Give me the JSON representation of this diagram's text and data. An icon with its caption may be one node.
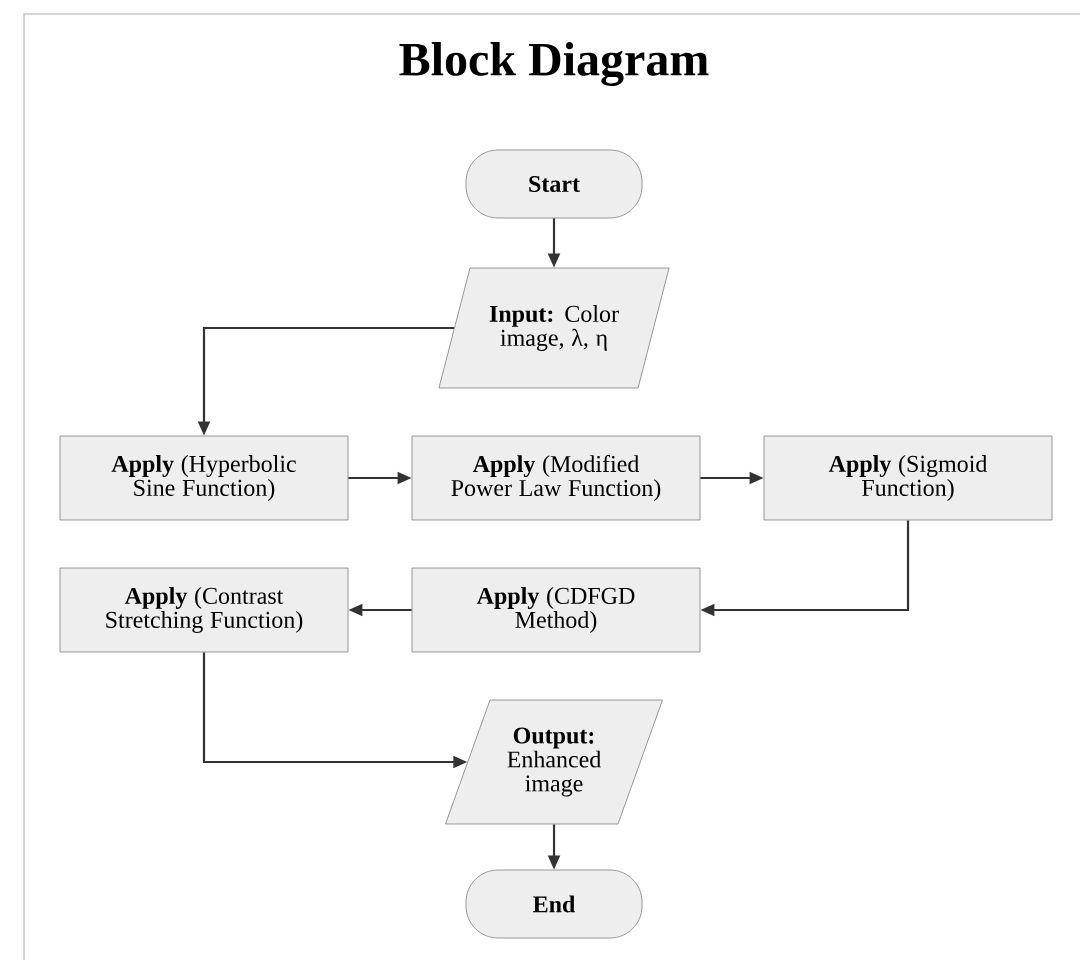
{
  "diagram": {
    "title": "Block Diagram",
    "nodes": [
      {
        "text": [
          "**Start**"
        ]
      },
      {
        "text": [
          "**Input:** Color image, λ, η"
        ]
      },
      {
        "text": [
          "**Apply** (Hyperbolic Sine Function)"
        ]
      },
      {
        "text": [
          "**Apply** (Modified Power Law Function)"
        ]
      },
      {
        "text": [
          "**Apply** (Sigmoid Function)"
        ]
      },
      {
        "text": [
          "**Apply** (CDFGD Method)"
        ]
      },
      {
        "text": [
          "**Apply** (Contrast Stretching Function)"
        ]
      },
      {
        "text": [
          "**Output:** Enhanced image"
        ]
      },
      {
        "text": [
          "**End**"
        ]
      }
    ],
    "edges": [
      {
        "from": 0,
        "to": 1,
        "arrow": "to"
      },
      {
        "from": 1,
        "to": 2,
        "arrow": "to"
      },
      {
        "from": 2,
        "to": 3,
        "arrow": "to"
      },
      {
        "from": 3,
        "to": 4,
        "arrow": "to"
      },
      {
        "from": 4,
        "to": 5,
        "arrow": "to"
      },
      {
        "from": 5,
        "to": 6,
        "arrow": "to"
      },
      {
        "from": 6,
        "to": 7,
        "arrow": "to"
      },
      {
        "from": 7,
        "to": 8,
        "arrow": "to"
      }
    ]
  }
}
